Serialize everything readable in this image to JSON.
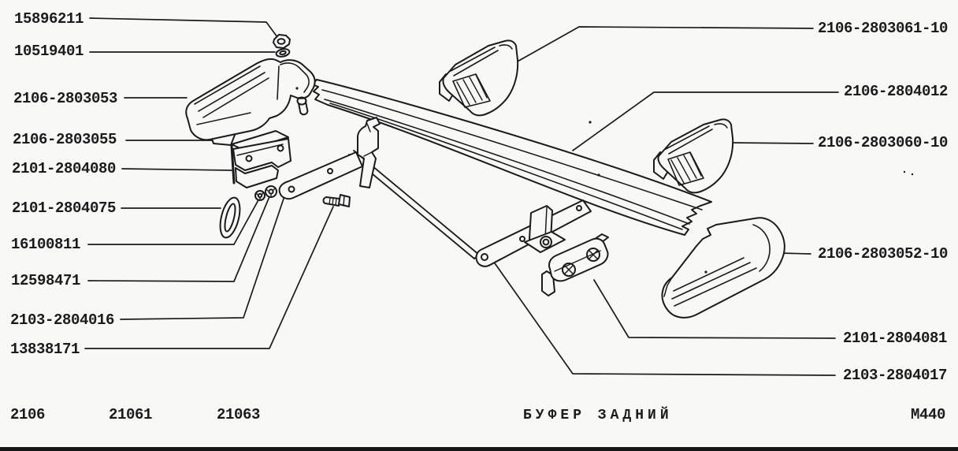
{
  "colors": {
    "paper": "#f8f8f7",
    "ink": "#1b1b1b"
  },
  "labels": {
    "left": [
      "15896211",
      "10519401",
      "2106-2803053",
      "2106-2803055",
      "2101-2804080",
      "2101-2804075",
      "16100811",
      "12598471",
      "2103-2804016",
      "13838171"
    ],
    "right": [
      "2106-2803061-10",
      "2106-2804012",
      "2106-2803060-10",
      "2106-2803052-10",
      "2101-2804081",
      "2103-2804017"
    ]
  },
  "footer": {
    "models": [
      "2106",
      "21061",
      "21063"
    ],
    "caption": "БУФЕР ЗАДНИЙ",
    "sheet_code": "M440"
  }
}
